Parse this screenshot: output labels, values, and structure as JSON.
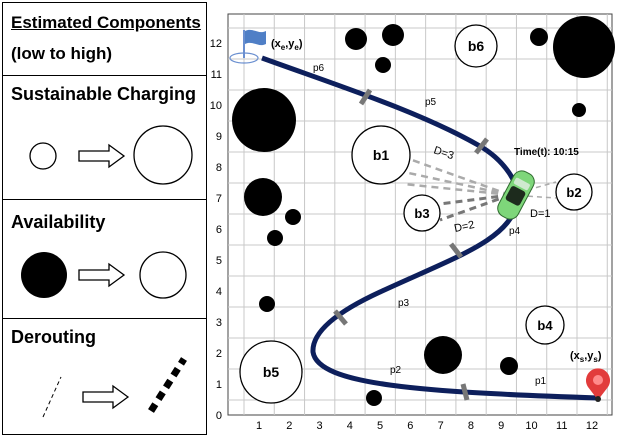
{
  "legend": {
    "heading_line1": "Estimated Components",
    "heading_line2": "(low to high)",
    "charging_title": "Sustainable Charging",
    "availability_title": "Availability",
    "derouting_title": "Derouting"
  },
  "map": {
    "x_ticks": [
      "1",
      "2",
      "3",
      "4",
      "5",
      "6",
      "7",
      "8",
      "9",
      "10",
      "11",
      "12"
    ],
    "y_ticks": [
      "0",
      "1",
      "2",
      "3",
      "4",
      "5",
      "6",
      "7",
      "8",
      "9",
      "10",
      "11",
      "12"
    ],
    "path_labels": {
      "p1": "p1",
      "p2": "p2",
      "p3": "p3",
      "p4": "p4",
      "p5": "p5",
      "p6": "p6"
    },
    "station_labels": {
      "b1": "b1",
      "b2": "b2",
      "b3": "b3",
      "b4": "b4",
      "b5": "b5",
      "b6": "b6"
    },
    "dest_label_main": "(x",
    "dest_label_sub": "e",
    "dest_label_mid": ",y",
    "dest_label_end": ")",
    "start_label_main": "(x",
    "start_label_sub": "s",
    "start_label_mid": ",y",
    "start_label_end": ")",
    "time_label": "Time(t): 10:15",
    "d3_label": "D=3",
    "d2_label": "D=2",
    "d1_label": "D=1"
  },
  "colors": {
    "route": "#0d1f5c",
    "car": "#7ed67a",
    "marker": "#e23b3b",
    "flag": "#4f7fc6",
    "grid": "#c8c8c8"
  }
}
